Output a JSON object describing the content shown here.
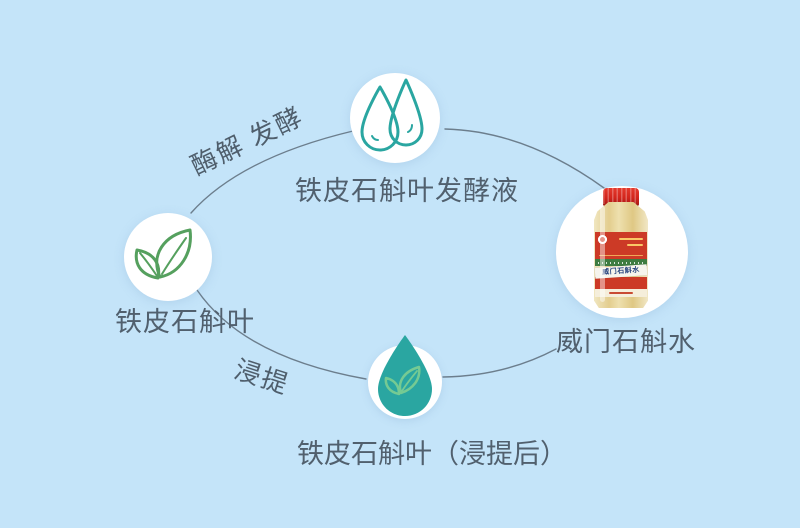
{
  "background_color": "#c4e4f9",
  "palette": {
    "text": "#51606e",
    "line": "#5d6c7a",
    "teal": "#2aa6a1",
    "leaf_green": "#55a05e",
    "inner_leaf_green": "#7ecf92",
    "cap_red": "#d3251c",
    "label_red": "#cc3a26",
    "liquid_gold": "#e3cd8e",
    "ribbon_navy": "#23407c"
  },
  "diagram": {
    "nodes": {
      "fresh_leaf": {
        "label": "铁皮石斛叶",
        "icon": "leaf-icon"
      },
      "ferment_liquid": {
        "label": "铁皮石斛叶发酵液",
        "icon": "water-drops-icon"
      },
      "product": {
        "label": "威门石斛水",
        "icon": "product-bottle-photo"
      },
      "extracted_leaf": {
        "label": "铁皮石斛叶（浸提后）",
        "icon": "drop-leaf-icon"
      }
    },
    "edges": {
      "enzymolysis_fermentation": {
        "label": "酶解 发酵",
        "from": "fresh_leaf",
        "to": "ferment_liquid"
      },
      "extraction": {
        "label": "浸提",
        "from": "fresh_leaf",
        "to": "extracted_leaf"
      }
    }
  },
  "bottle": {
    "ribbon_text": "威门石斛水"
  }
}
